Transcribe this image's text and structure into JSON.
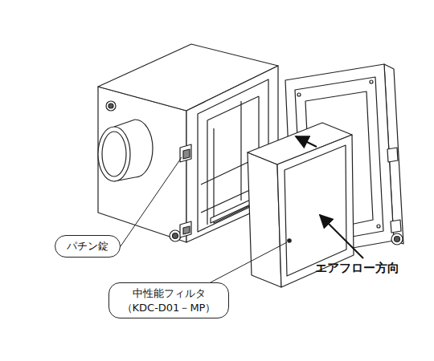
{
  "diagram": {
    "nodes": [
      {
        "text": [
          "パチン錠"
        ]
      },
      {
        "text": [
          "中性能フィルタ （KDC-D01－MP）"
        ]
      }
    ],
    "labels": [
      "エアフロー方向"
    ]
  }
}
